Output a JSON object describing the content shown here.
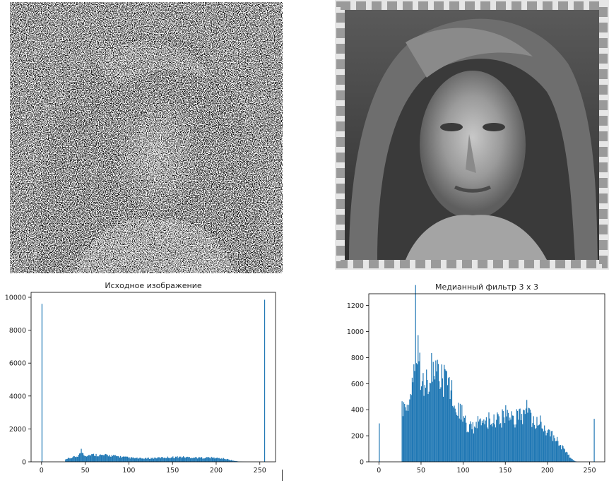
{
  "chart_data": [
    {
      "type": "bar",
      "title": "Исходное изображение",
      "xlabel": "",
      "ylabel": "",
      "xlim": [
        -12,
        268
      ],
      "ylim": [
        0,
        10300
      ],
      "xticks": [
        0,
        50,
        100,
        150,
        200,
        250
      ],
      "yticks": [
        0,
        2000,
        4000,
        6000,
        8000,
        10000
      ],
      "color": "#1f77b4",
      "spikes": [
        {
          "x": 0,
          "y": 9600
        },
        {
          "x": 255,
          "y": 9850
        }
      ],
      "profile": [
        [
          26,
          0
        ],
        [
          27,
          120
        ],
        [
          30,
          200
        ],
        [
          35,
          260
        ],
        [
          40,
          330
        ],
        [
          43,
          450
        ],
        [
          45,
          700
        ],
        [
          47,
          520
        ],
        [
          50,
          380
        ],
        [
          55,
          420
        ],
        [
          60,
          430
        ],
        [
          65,
          410
        ],
        [
          70,
          390
        ],
        [
          75,
          400
        ],
        [
          80,
          370
        ],
        [
          85,
          340
        ],
        [
          90,
          310
        ],
        [
          95,
          280
        ],
        [
          100,
          250
        ],
        [
          105,
          230
        ],
        [
          110,
          210
        ],
        [
          115,
          200
        ],
        [
          120,
          210
        ],
        [
          125,
          220
        ],
        [
          130,
          240
        ],
        [
          135,
          250
        ],
        [
          140,
          260
        ],
        [
          145,
          270
        ],
        [
          150,
          280
        ],
        [
          155,
          290
        ],
        [
          160,
          290
        ],
        [
          165,
          280
        ],
        [
          170,
          270
        ],
        [
          175,
          260
        ],
        [
          180,
          250
        ],
        [
          185,
          250
        ],
        [
          190,
          260
        ],
        [
          195,
          250
        ],
        [
          200,
          230
        ],
        [
          205,
          210
        ],
        [
          210,
          180
        ],
        [
          215,
          120
        ],
        [
          220,
          60
        ],
        [
          225,
          20
        ],
        [
          230,
          5
        ],
        [
          235,
          0
        ]
      ]
    },
    {
      "type": "bar",
      "title": "Медианный фильтр 3 x 3",
      "xlabel": "",
      "ylabel": "",
      "xlim": [
        -12,
        268
      ],
      "ylim": [
        0,
        1290
      ],
      "xticks": [
        0,
        50,
        100,
        150,
        200,
        250
      ],
      "yticks": [
        0,
        200,
        400,
        600,
        800,
        1000,
        1200
      ],
      "color": "#1f77b4",
      "spikes": [
        {
          "x": 0,
          "y": 295
        },
        {
          "x": 255,
          "y": 330
        }
      ],
      "profile": [
        [
          26,
          0
        ],
        [
          27,
          420
        ],
        [
          30,
          480
        ],
        [
          33,
          400
        ],
        [
          36,
          460
        ],
        [
          38,
          520
        ],
        [
          40,
          600
        ],
        [
          42,
          800
        ],
        [
          43,
          1220
        ],
        [
          44,
          900
        ],
        [
          46,
          850
        ],
        [
          48,
          700
        ],
        [
          50,
          620
        ],
        [
          53,
          560
        ],
        [
          56,
          600
        ],
        [
          60,
          700
        ],
        [
          63,
          740
        ],
        [
          66,
          680
        ],
        [
          70,
          640
        ],
        [
          74,
          620
        ],
        [
          78,
          640
        ],
        [
          82,
          600
        ],
        [
          86,
          520
        ],
        [
          90,
          460
        ],
        [
          95,
          420
        ],
        [
          100,
          320
        ],
        [
          105,
          280
        ],
        [
          110,
          260
        ],
        [
          115,
          300
        ],
        [
          120,
          280
        ],
        [
          125,
          300
        ],
        [
          130,
          330
        ],
        [
          135,
          320
        ],
        [
          140,
          340
        ],
        [
          145,
          330
        ],
        [
          150,
          360
        ],
        [
          155,
          340
        ],
        [
          160,
          330
        ],
        [
          165,
          350
        ],
        [
          170,
          360
        ],
        [
          175,
          400
        ],
        [
          180,
          320
        ],
        [
          185,
          280
        ],
        [
          190,
          310
        ],
        [
          195,
          280
        ],
        [
          200,
          240
        ],
        [
          205,
          200
        ],
        [
          210,
          170
        ],
        [
          215,
          120
        ],
        [
          220,
          90
        ],
        [
          223,
          60
        ],
        [
          226,
          40
        ],
        [
          229,
          20
        ],
        [
          232,
          5
        ],
        [
          235,
          0
        ]
      ]
    }
  ]
}
